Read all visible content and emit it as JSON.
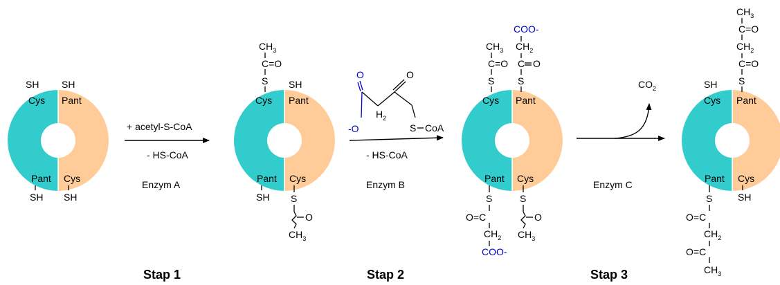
{
  "colors": {
    "cys_half": "#33cccc",
    "pant_half": "#ffcc99",
    "malonyl": "#0000cc",
    "text": "#000000"
  },
  "labels": {
    "sh": "SH",
    "cys": "Cys",
    "pant": "Pant",
    "s": "S",
    "c_eq_o": "C=O",
    "o_eq_c": "O=C",
    "ch": "CH",
    "sub2": "2",
    "sub3": "3",
    "coo_minus": "COO-",
    "o": "O",
    "c": "C",
    "co": "CO"
  },
  "steps": [
    {
      "name": "Stap 1",
      "reagent": "+ acetyl-S-CoA",
      "byproduct": "- HS-CoA",
      "enzyme": "Enzym A"
    },
    {
      "name": "Stap 2",
      "byproduct": "- HS-CoA",
      "enzyme": "Enzym B",
      "reagent_struct": {
        "ominus": "-O",
        "o": "O",
        "h2": "H",
        "h2sub": "2",
        "s_coa": "S",
        "coa": "CoA"
      }
    },
    {
      "name": "Stap 3",
      "enzyme": "Enzym C",
      "product": "CO",
      "product_sub": "2"
    }
  ]
}
